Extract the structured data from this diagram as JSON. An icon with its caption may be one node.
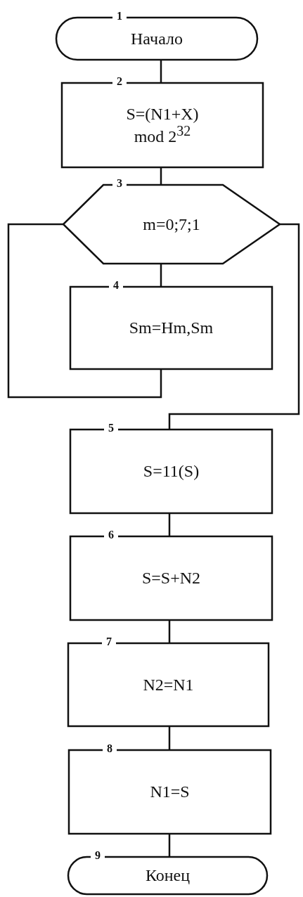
{
  "diagram": {
    "nodes": [
      {
        "text": [
          "Начало"
        ],
        "beside": [
          "1"
        ]
      },
      {
        "text": [
          "S=(N1+X) mod 2$^{32}$"
        ],
        "beside": [
          "2"
        ]
      },
      {
        "text": [
          "m=0;7;1"
        ],
        "beside": [
          "3"
        ]
      },
      {
        "text": [
          "Sm=Hm,Sm"
        ],
        "beside": [
          "4"
        ]
      },
      {
        "text": [
          "S=11(S)"
        ],
        "beside": [
          "5"
        ]
      },
      {
        "text": [
          "S=S+N2"
        ],
        "beside": [
          "6"
        ]
      },
      {
        "text": [
          "N2=N1"
        ],
        "beside": [
          "7"
        ]
      },
      {
        "text": [
          "N1=S"
        ],
        "beside": [
          "8"
        ]
      },
      {
        "text": [
          "Конец"
        ],
        "beside": [
          "9"
        ]
      }
    ],
    "edges": [
      {
        "from": 0,
        "to": 1,
        "arrow": "none"
      },
      {
        "from": 1,
        "to": 2,
        "arrow": "none"
      },
      {
        "from": 2,
        "to": 3,
        "arrow": "none"
      },
      {
        "from": 3,
        "to": 2,
        "arrow": "none"
      },
      {
        "from": 2,
        "to": 4,
        "arrow": "none"
      },
      {
        "from": 4,
        "to": 5,
        "arrow": "none"
      },
      {
        "from": 5,
        "to": 6,
        "arrow": "none"
      },
      {
        "from": 6,
        "to": 7,
        "arrow": "none"
      },
      {
        "from": 7,
        "to": 8,
        "arrow": "none"
      }
    ]
  }
}
